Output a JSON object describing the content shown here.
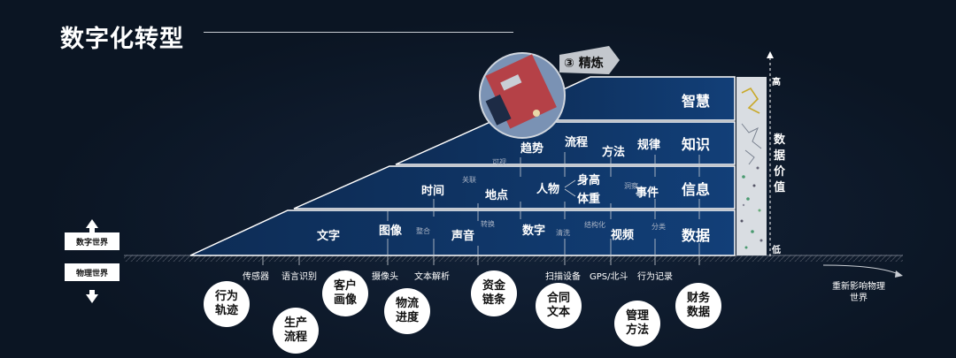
{
  "title": "数字化转型",
  "refine_label": "③ 精炼",
  "side_labels": {
    "digital": "数字世界",
    "physical": "物理世界"
  },
  "axis": {
    "high": "高",
    "low": "低",
    "value_label": "数据价值"
  },
  "layers": [
    {
      "label": "智慧",
      "words": []
    },
    {
      "label": "知识",
      "words": [
        "趋势",
        "流程",
        "方法",
        "规律"
      ]
    },
    {
      "label": "信息",
      "words": [
        "时间",
        "地点",
        "人物",
        "身高",
        "体重",
        "事件"
      ]
    },
    {
      "label": "数据",
      "words": [
        "文字",
        "图像",
        "声音",
        "数字",
        "视频"
      ]
    }
  ],
  "process_words": [
    "关联",
    "可视",
    "洞察",
    "整合",
    "转换",
    "清洗",
    "结构化",
    "分类"
  ],
  "sensors": [
    "传感器",
    "语言识别",
    "摄像头",
    "文本解析",
    "扫描设备",
    "GPS/北斗",
    "行为记录"
  ],
  "circles": [
    "行为轨迹",
    "生产流程",
    "客户画像",
    "物流进度",
    "资金链条",
    "合同文本",
    "管理方法",
    "财务数据"
  ],
  "right_note": "重新影响物理世界",
  "colors": {
    "layer_fill": "#0f3566",
    "background": "#0b1523",
    "accent": "#b5343b"
  }
}
